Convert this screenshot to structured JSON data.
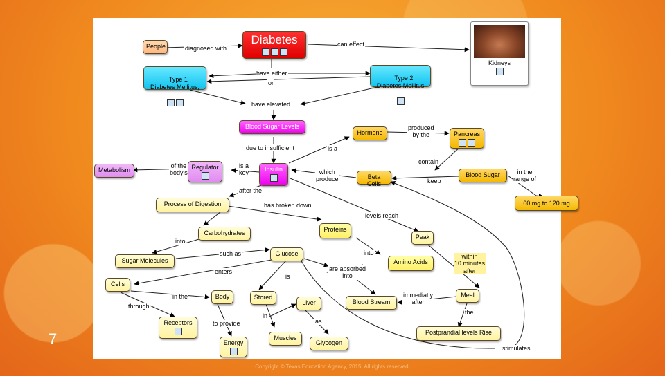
{
  "slide_number": "7",
  "copyright": "Copyright © Texas Education Agency, 2015. All rights reserved.",
  "nodes": {
    "diabetes": "Diabetes",
    "people": "People",
    "kidneys": "Kidneys",
    "type1": "Type 1\nDiabetes Mellitus,",
    "type2": "Type 2\nDiabetes Mellitus",
    "blood_sugar_levels": "Blood Sugar Levels",
    "hormone": "Hormone",
    "pancreas": "Pancreas",
    "insulin": "Insulin",
    "regulator": "Regulator",
    "metabolism": "Metabolism",
    "beta_cells": "Beta Cells",
    "blood_sugar": "Blood Sugar",
    "range": "60 mg to 120 mg",
    "process_of_digestion": "Process of Digestion",
    "carbohydrates": "Carbohydrates",
    "proteins": "Proteins",
    "peak": "Peak",
    "sugar_molecules": "Sugar Molecules",
    "glucose": "Glucose",
    "amino_acids": "Amino Acids",
    "cells": "Cells",
    "body": "Body",
    "stored": "Stored",
    "liver": "Liver",
    "blood_stream": "Blood Stream",
    "meal": "Meal",
    "receptors": "Receptors",
    "energy": "Energy",
    "muscles": "Muscles",
    "glycogen": "Glycogen",
    "postprandial": "Postprandial levels Rise"
  },
  "links": {
    "diagnosed_with": "diagnosed with",
    "can_effect": "can effect",
    "have_either": "have either",
    "or": "or",
    "have_elevated": "have elevated",
    "due_to_insufficient": "due to insufficient",
    "is_a_1": "is a",
    "produced_by_the": "produced\nby the",
    "contain": "contain",
    "is_a_key": "is a\nkey",
    "of_the_bodys": "of the\nbody's",
    "which_produce": "which\nproduce",
    "keep": "keep",
    "in_the_range_of": "in the\nrange of",
    "after_the": "after the",
    "has_broken_down": "has broken down",
    "levels_reach": "levels reach",
    "into_1": "into",
    "such_as": "such as",
    "into_2": "into",
    "within_10_minutes_after": "within\n10 minutes\nafter",
    "enters": "enters",
    "is": "is",
    "are_absorbed_into": "are absorbed\ninto",
    "through": "through",
    "in_the": "in the",
    "in": "in",
    "as": "as",
    "immediatly_after": "immediatly\nafter",
    "the": "the",
    "to_provide": "to provide",
    "stimulates": "stimulates"
  }
}
